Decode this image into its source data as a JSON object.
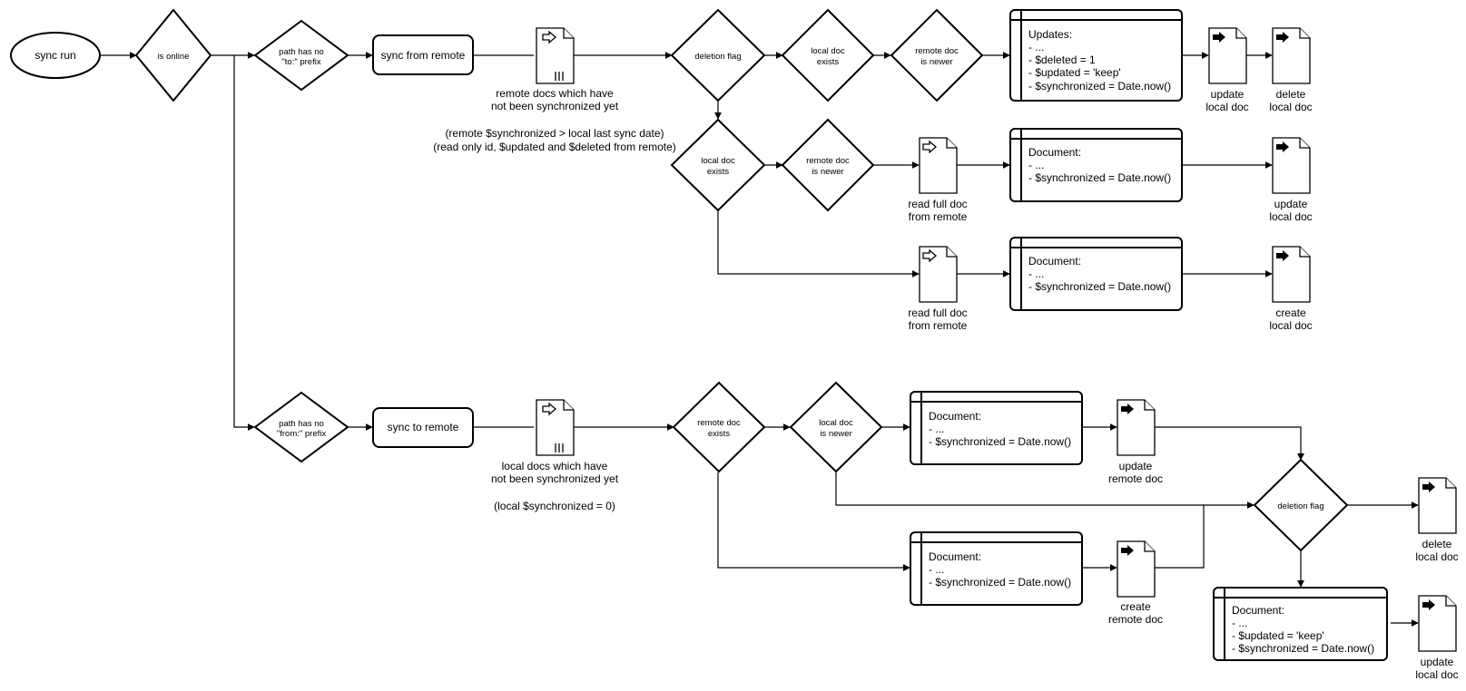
{
  "nodes": {
    "sync_run": "sync run",
    "is_online": "is online",
    "path_no_to": [
      "path has no",
      "\"to:\" prefix"
    ],
    "path_no_from": [
      "path has no",
      "\"from:\" prefix"
    ],
    "sync_from_remote": "sync from remote",
    "sync_to_remote": "sync to remote",
    "remote_docs": [
      "remote docs which have",
      "not been synchronized yet"
    ],
    "remote_docs_note": [
      "(remote $synchronized > local last sync date)",
      "(read only id, $updated and $deleted from remote)"
    ],
    "local_docs": [
      "local docs which have",
      "not been synchronized yet"
    ],
    "local_docs_note": "(local $synchronized = 0)",
    "d_deletion_flag_top": "deletion flag",
    "d_local_exists_1": [
      "local doc",
      "exists"
    ],
    "d_remote_newer_1": [
      "remote doc",
      "is newer"
    ],
    "d_local_exists_2": [
      "local doc",
      "exists"
    ],
    "d_remote_newer_2": [
      "remote doc",
      "is newer"
    ],
    "d_remote_exists": [
      "remote doc",
      "exists"
    ],
    "d_local_newer": [
      "local doc",
      "is newer"
    ],
    "d_deletion_flag_bottom": "deletion flag",
    "read_full_1": [
      "read full doc",
      "from remote"
    ],
    "read_full_2": [
      "read full doc",
      "from remote"
    ],
    "update_local_1": [
      "update",
      "local doc"
    ],
    "delete_local_1": [
      "delete",
      "local doc"
    ],
    "update_local_2": [
      "update",
      "local doc"
    ],
    "create_local": [
      "create",
      "local doc"
    ],
    "update_remote": [
      "update",
      "remote doc"
    ],
    "create_remote": [
      "create",
      "remote doc"
    ],
    "delete_local_2": [
      "delete",
      "local doc"
    ],
    "update_local_3": [
      "update",
      "local doc"
    ]
  },
  "boxes": {
    "updates_box": [
      "Updates:",
      "- ...",
      "- $deleted = 1",
      "- $updated = 'keep'",
      "- $synchronized = Date.now()"
    ],
    "document_box_1": [
      "Document:",
      "- ...",
      "- $synchronized = Date.now()"
    ],
    "document_box_2": [
      "Document:",
      "- ...",
      "- $synchronized = Date.now()"
    ],
    "document_box_3": [
      "Document:",
      "- ...",
      "- $synchronized = Date.now()"
    ],
    "document_box_4": [
      "Document:",
      "- ...",
      "- $synchronized = Date.now()"
    ],
    "document_box_5": [
      "Document:",
      "- ...",
      "- $updated = 'keep'",
      "- $synchronized = Date.now()"
    ]
  },
  "icons": {
    "doc_query": "document-query-icon",
    "doc_action": "document-arrow-icon"
  }
}
